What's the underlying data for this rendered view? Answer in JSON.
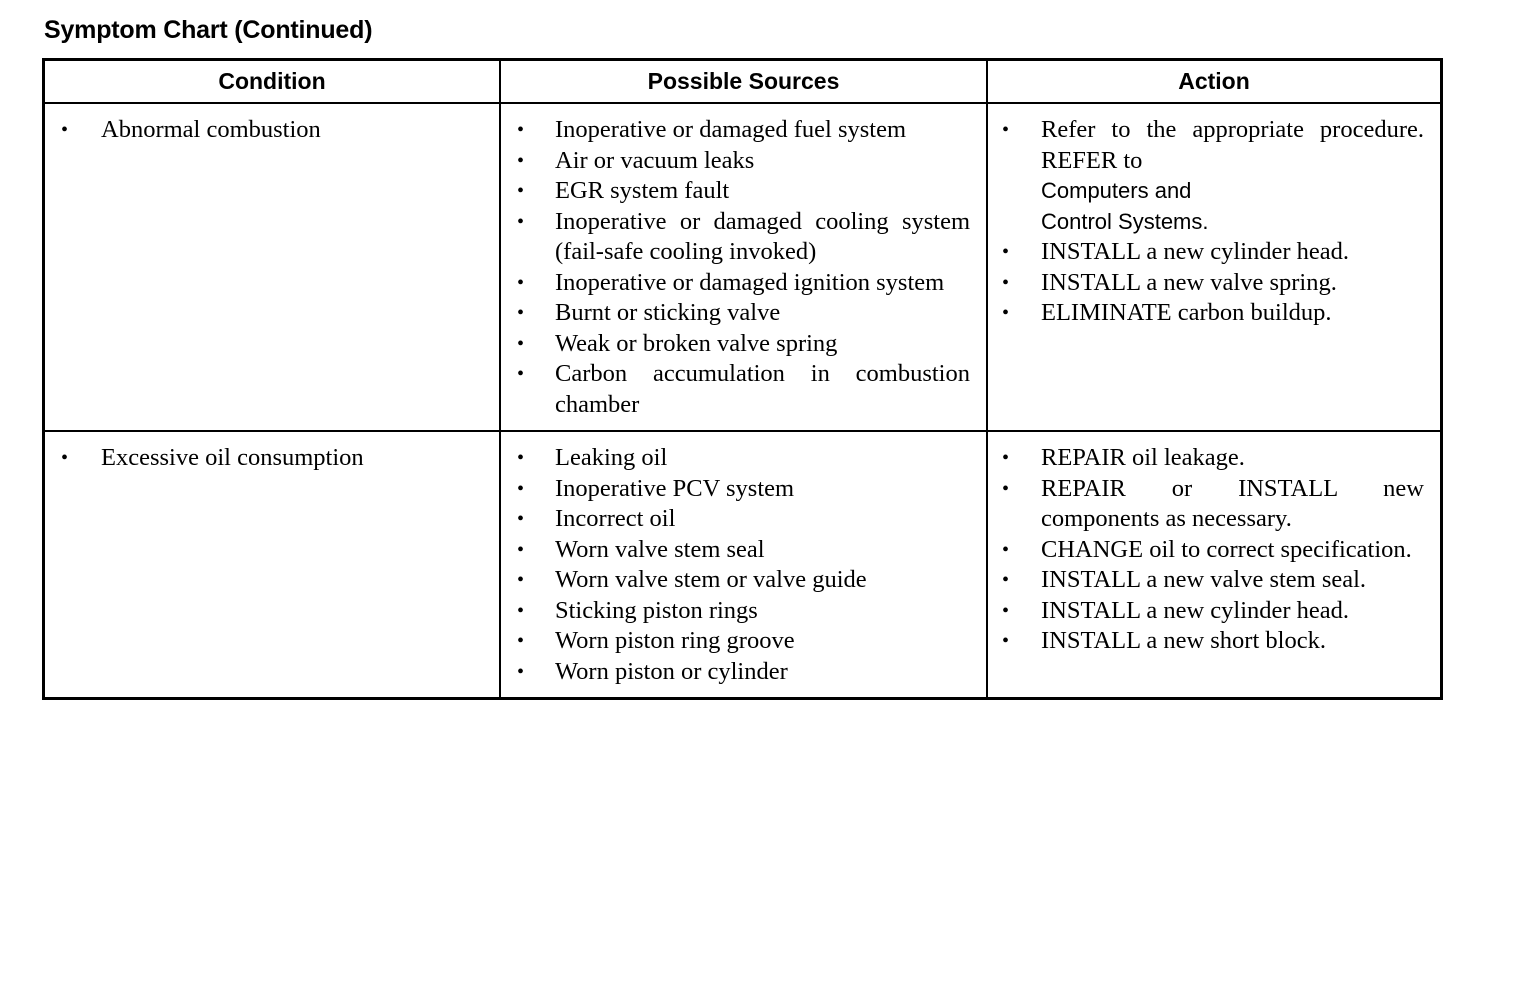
{
  "document": {
    "title": "Symptom Chart (Continued)"
  },
  "table": {
    "headers": [
      "Condition",
      "Possible Sources",
      "Action"
    ],
    "rows": [
      {
        "condition": [
          {
            "text": "Abnormal combustion",
            "gap": 0
          }
        ],
        "possible_sources": [
          {
            "text": "Inoperative or damaged fuel system",
            "gap": 0
          },
          {
            "text": "Air or vacuum leaks",
            "gap": 0
          },
          {
            "text": "EGR system fault",
            "gap": 0
          },
          {
            "text": "Inoperative or damaged cooling system (fail-safe cooling invoked)",
            "gap": 0
          },
          {
            "text": "Inoperative or damaged ignition system",
            "gap": 0
          },
          {
            "text": "Burnt or sticking valve",
            "gap": 0
          },
          {
            "text": "Weak or broken valve spring",
            "gap": 1
          },
          {
            "text": "Carbon accumulation in combustion chamber",
            "gap": 1
          }
        ],
        "action": [
          {
            "text": "Refer to the appropriate procedure. REFER to ",
            "xref": "Computers and\nControl Systems.",
            "gap": 0
          },
          {
            "text": "INSTALL a new cylinder head.",
            "gap": 2
          },
          {
            "text": "INSTALL a new valve spring.",
            "gap": 0
          },
          {
            "text": "ELIMINATE carbon buildup.",
            "gap": 0
          }
        ]
      },
      {
        "condition": [
          {
            "text": "Excessive oil consumption",
            "gap": 0
          }
        ],
        "possible_sources": [
          {
            "text": "Leaking oil",
            "gap": 0
          },
          {
            "text": "Inoperative PCV system",
            "gap": 0
          },
          {
            "text": "Incorrect oil",
            "gap": 1
          },
          {
            "text": "Worn valve stem seal",
            "gap": 1
          },
          {
            "text": "Worn valve stem or valve guide",
            "gap": 1
          },
          {
            "text": "Sticking piston rings",
            "gap": 0
          },
          {
            "text": "Worn piston ring groove",
            "gap": 0
          },
          {
            "text": "Worn piston or cylinder",
            "gap": 0
          }
        ],
        "action": [
          {
            "text": "REPAIR oil leakage.",
            "gap": 0
          },
          {
            "text": "REPAIR or INSTALL new components as necessary.",
            "gap": 0
          },
          {
            "text": "CHANGE oil to correct specification.",
            "gap": 0
          },
          {
            "text": "INSTALL a new valve stem seal.",
            "gap": 0
          },
          {
            "text": "INSTALL a new cylinder head.",
            "gap": 0
          },
          {
            "text": "INSTALL a new short block.",
            "gap": 0
          }
        ]
      }
    ]
  },
  "style": {
    "text_color": "#000000",
    "background": "#ffffff",
    "border_color": "#000000"
  }
}
